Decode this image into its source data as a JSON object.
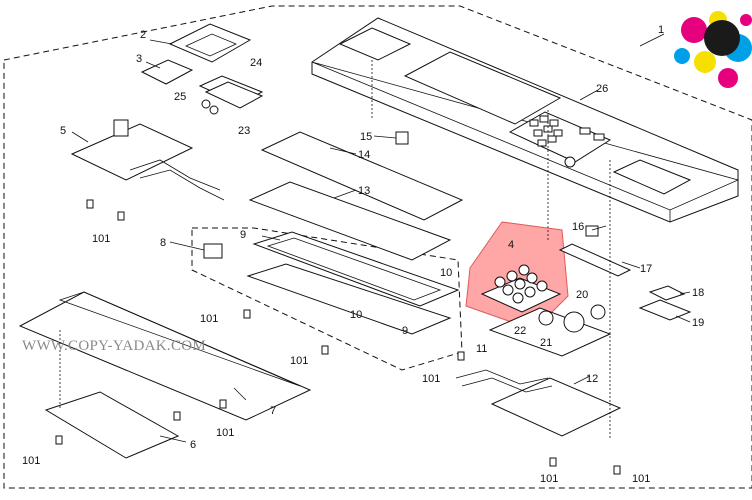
{
  "diagram": {
    "watermark": "WWW.COPY-YADAK.COM",
    "callouts": {
      "c1": "1",
      "c2": "2",
      "c3": "3",
      "c4": "4",
      "c5": "5",
      "c6": "6",
      "c7": "7",
      "c8": "8",
      "c9a": "9",
      "c9b": "9",
      "c10a": "10",
      "c10b": "10",
      "c11": "11",
      "c12": "12",
      "c13": "13",
      "c14": "14",
      "c15": "15",
      "c16": "16",
      "c17": "17",
      "c18": "18",
      "c19": "19",
      "c20": "20",
      "c21": "21",
      "c22": "22",
      "c23": "23",
      "c24": "24",
      "c25": "25",
      "c26": "26",
      "s101a": "101",
      "s101b": "101",
      "s101c": "101",
      "s101d": "101",
      "s101e": "101",
      "s101f": "101",
      "s101g": "101",
      "s101h": "101"
    },
    "highlight_color": "#ff8a8a",
    "logo_colors": [
      "#f5e000",
      "#e6007e",
      "#00a0e9",
      "#1a1a1a"
    ],
    "line_color": "#111111"
  }
}
